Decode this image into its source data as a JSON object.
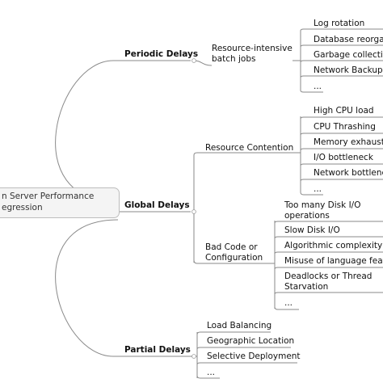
{
  "root": {
    "line1": "n Server Performance",
    "line2": "egression"
  },
  "branches": {
    "periodic": {
      "label": "Periodic Delays",
      "sub": {
        "label": "Resource-intensive batch jobs",
        "items": [
          "Log rotation",
          "Database reorgan",
          "Garbage collectio",
          "Network Backup",
          "..."
        ]
      }
    },
    "global": {
      "label": "Global Delays",
      "contention": {
        "label": "Resource Contention",
        "items": [
          "High CPU load",
          "CPU Thrashing",
          "Memory exhauste",
          "I/O bottleneck",
          "Network bottlene",
          "..."
        ]
      },
      "badcode": {
        "label": "Bad Code or Configuration",
        "items": [
          "Too many Disk I/O operations",
          "Slow Disk I/O",
          "Algorithmic complexity",
          "Misuse of language featu",
          "Deadlocks or Thread Starvation",
          "..."
        ]
      }
    },
    "partial": {
      "label": "Partial Delays",
      "items": [
        "Load Balancing",
        "Geographic Location",
        "Selective Deployment",
        "..."
      ]
    }
  }
}
